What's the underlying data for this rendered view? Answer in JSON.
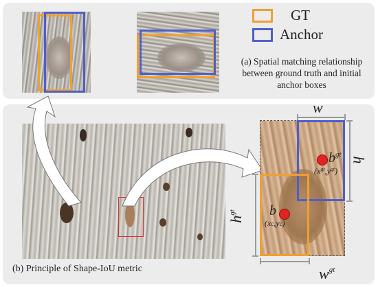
{
  "legend": {
    "gt_label": "GT",
    "anchor_label": "Anchor",
    "gt_color": "#F0A030",
    "anchor_color": "#4F5FC8"
  },
  "panel_a": {
    "caption_line1": "(a) Spatial matching relationship",
    "caption_line2": "between ground truth and initial",
    "caption_line3": "anchor boxes"
  },
  "panel_b": {
    "caption": "(b) Principle of Shape-IoU metric",
    "highlight_color": "#E03030"
  },
  "symbols": {
    "w": "w",
    "h": "h",
    "w_gt": "w",
    "w_gt_sup": "gt",
    "h_gt": "h",
    "h_gt_sup": "gt",
    "b": "b",
    "b_center": "(x",
    "b_center_sub1": "c",
    "b_center_mid": ",y",
    "b_center_sub2": "c",
    "b_center_end": ")",
    "b_gt": "b",
    "b_gt_sup": "gt",
    "b_gt_center": "(x",
    "b_gt_center_sup1": "gt",
    "b_gt_center_mid": ",y",
    "b_gt_center_sup2": "gt",
    "b_gt_center_end": ")"
  },
  "icons": [
    "curved-arrow-icon",
    "red-point-icon"
  ]
}
